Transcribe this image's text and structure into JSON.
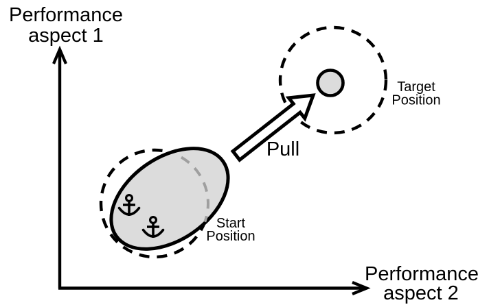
{
  "colors": {
    "ink": "#000000",
    "region_fill": "#dcdcdc",
    "occluded_dash": "#9f9f9f",
    "arrow_fill": "#ffffff",
    "background": "#ffffff"
  },
  "axes": {
    "y_axis": {
      "label_line1": "Performance",
      "label_line2": "aspect 1"
    },
    "x_axis": {
      "label_line1": "Performance",
      "label_line2": "aspect 2"
    }
  },
  "annotations": {
    "pull": "Pull",
    "target": {
      "line1": "Target",
      "line2": "Position"
    },
    "start": {
      "line1": "Start",
      "line2": "Position"
    }
  },
  "icons": {
    "start_markers": "anchor-icon",
    "start_marker_count": 2,
    "axis_arrowheads": "arrowhead-icon"
  }
}
